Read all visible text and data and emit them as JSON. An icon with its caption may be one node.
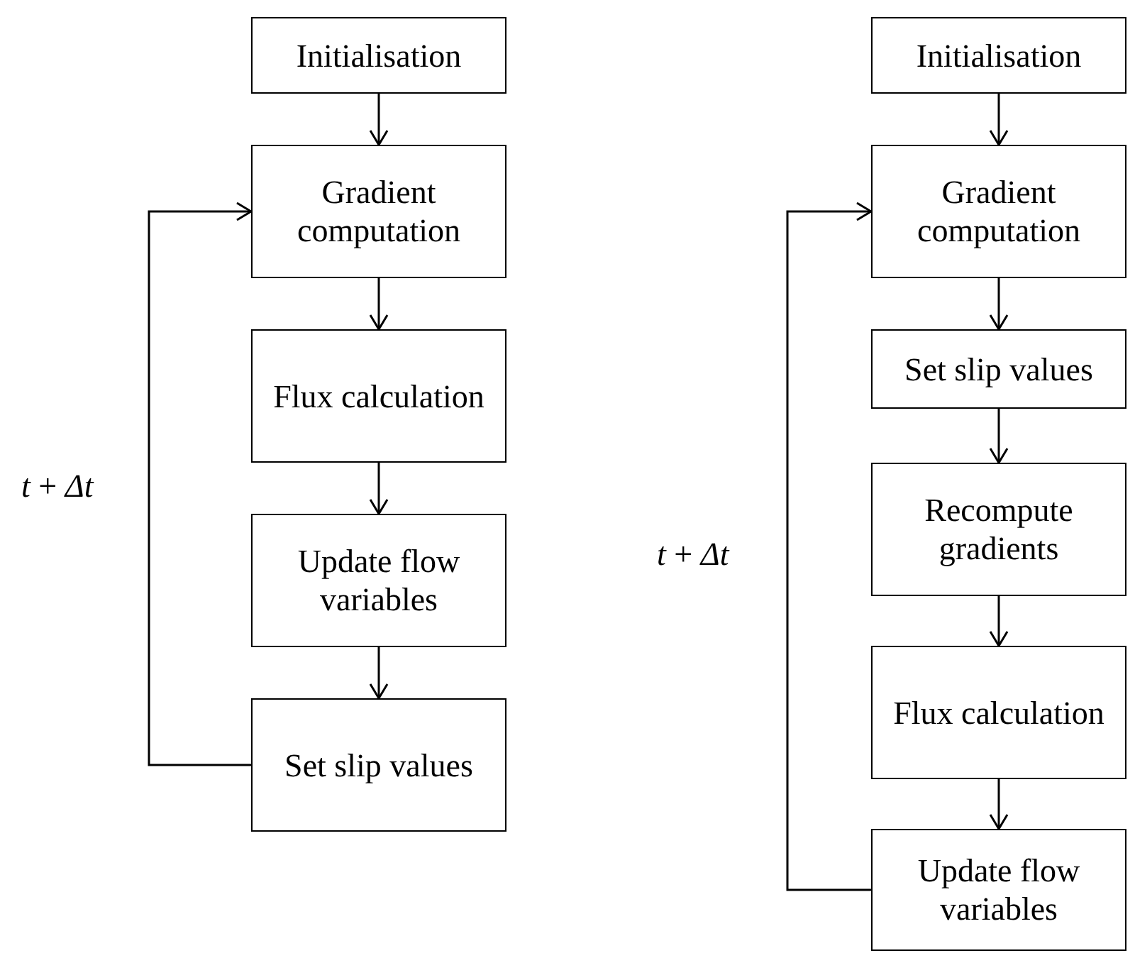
{
  "diagram": {
    "nodes": [
      {
        "text": [
          "Initialisation"
        ]
      },
      {
        "text": [
          "Gradient computation"
        ]
      },
      {
        "text": [
          "Flux calculation"
        ]
      },
      {
        "text": [
          "Update flow variables"
        ]
      },
      {
        "text": [
          "Set slip values"
        ]
      },
      {
        "text": [
          "Initialisation"
        ]
      },
      {
        "text": [
          "Gradient computation"
        ]
      },
      {
        "text": [
          "Set slip values"
        ]
      },
      {
        "text": [
          "Recompute gradients"
        ]
      },
      {
        "text": [
          "Flux calculation"
        ]
      },
      {
        "text": [
          "Update flow variables"
        ]
      }
    ],
    "edges": [
      {
        "from": 0,
        "to": 1,
        "arrow": "to"
      },
      {
        "from": 1,
        "to": 2,
        "arrow": "to"
      },
      {
        "from": 2,
        "to": 3,
        "arrow": "to"
      },
      {
        "from": 3,
        "to": 4,
        "arrow": "to"
      },
      {
        "from": 4,
        "to": 1,
        "arrow": "to"
      },
      {
        "from": 5,
        "to": 6,
        "arrow": "to"
      },
      {
        "from": 6,
        "to": 7,
        "arrow": "to"
      },
      {
        "from": 7,
        "to": 8,
        "arrow": "to"
      },
      {
        "from": 8,
        "to": 9,
        "arrow": "to"
      },
      {
        "from": 9,
        "to": 10,
        "arrow": "to"
      },
      {
        "from": 10,
        "to": 6,
        "arrow": "to"
      }
    ],
    "labels": [
      "*t* + *Δt*",
      "*t* + *Δt*"
    ]
  }
}
